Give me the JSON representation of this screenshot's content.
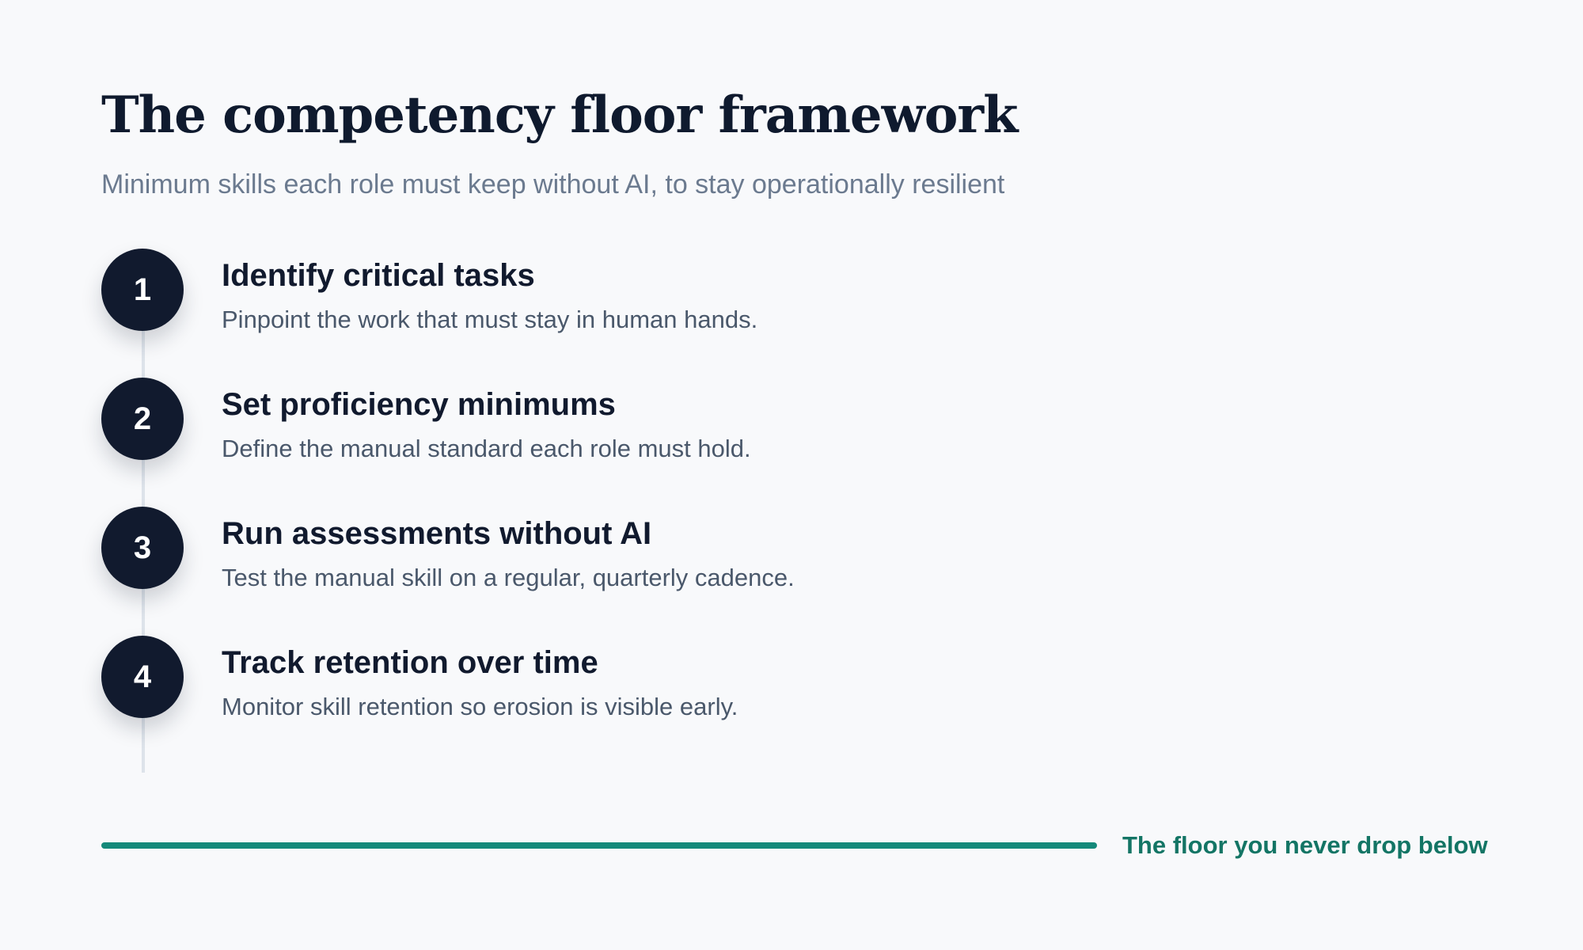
{
  "header": {
    "title": "The competency floor framework",
    "subtitle": "Minimum skills each role must keep without AI, to stay operationally resilient"
  },
  "steps": [
    {
      "number": "1",
      "title": "Identify critical tasks",
      "description": "Pinpoint the work that must stay in human hands."
    },
    {
      "number": "2",
      "title": "Set proficiency minimums",
      "description": "Define the manual standard each role must hold."
    },
    {
      "number": "3",
      "title": "Run assessments without AI",
      "description": "Test the manual skill on a regular, quarterly cadence."
    },
    {
      "number": "4",
      "title": "Track retention over time",
      "description": "Monitor skill retention so erosion is visible early."
    }
  ],
  "footer": {
    "label": "The floor you never drop below"
  },
  "colors": {
    "background": "#f8f9fb",
    "navy": "#111a2e",
    "accent_teal": "#14897a",
    "muted_text": "#6b7a8f"
  }
}
